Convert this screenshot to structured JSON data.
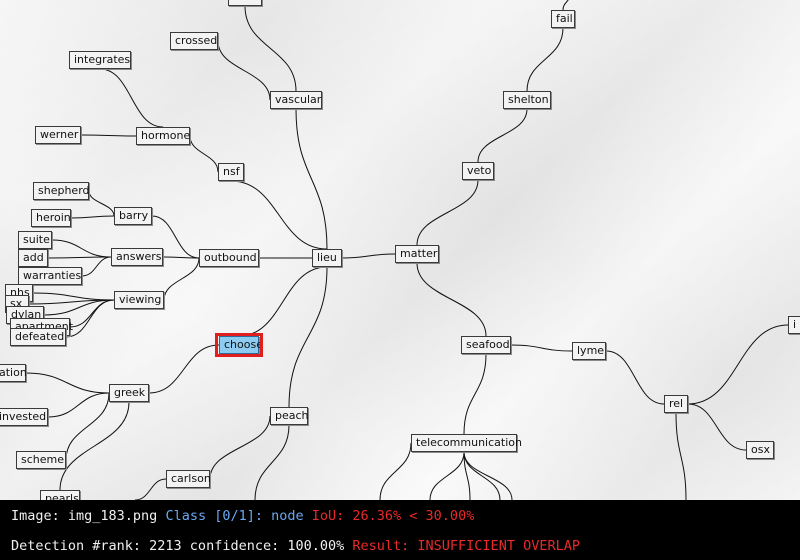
{
  "diagram": {
    "nodes": [
      {
        "id": "top",
        "label": "",
        "kind": "partial"
      },
      {
        "id": "fail",
        "label": "fail"
      },
      {
        "id": "crossed",
        "label": "crossed"
      },
      {
        "id": "integrates",
        "label": "integrates"
      },
      {
        "id": "vascular",
        "label": "vascular"
      },
      {
        "id": "shelton",
        "label": "shelton"
      },
      {
        "id": "werner",
        "label": "werner"
      },
      {
        "id": "hormone",
        "label": "hormone"
      },
      {
        "id": "nsf",
        "label": "nsf"
      },
      {
        "id": "veto",
        "label": "veto"
      },
      {
        "id": "shepherd",
        "label": "shepherd"
      },
      {
        "id": "heroin",
        "label": "heroin"
      },
      {
        "id": "barry",
        "label": "barry"
      },
      {
        "id": "suite",
        "label": "suite"
      },
      {
        "id": "add",
        "label": "add"
      },
      {
        "id": "answers",
        "label": "answers"
      },
      {
        "id": "outbound",
        "label": "outbound"
      },
      {
        "id": "lieu",
        "label": "lieu"
      },
      {
        "id": "matter",
        "label": "matter"
      },
      {
        "id": "warranties",
        "label": "warranties"
      },
      {
        "id": "nhs",
        "label": "nhs"
      },
      {
        "id": "sx",
        "label": "sx"
      },
      {
        "id": "viewing",
        "label": "viewing"
      },
      {
        "id": "dylan",
        "label": "dylan"
      },
      {
        "id": "apartment",
        "label": "apartment"
      },
      {
        "id": "defeated",
        "label": "defeated"
      },
      {
        "id": "choose",
        "label": "choose",
        "selected": true
      },
      {
        "id": "seafood",
        "label": "seafood"
      },
      {
        "id": "lyme",
        "label": "lyme"
      },
      {
        "id": "ation",
        "label": "ation"
      },
      {
        "id": "greek",
        "label": "greek"
      },
      {
        "id": "rel",
        "label": "rel"
      },
      {
        "id": "invested",
        "label": "invested"
      },
      {
        "id": "peach",
        "label": "peach"
      },
      {
        "id": "telecommunication",
        "label": "telecommunication"
      },
      {
        "id": "osx",
        "label": "osx"
      },
      {
        "id": "scheme",
        "label": "scheme"
      },
      {
        "id": "carlson",
        "label": "carlson"
      },
      {
        "id": "pearls",
        "label": "pearls"
      },
      {
        "id": "right_edge",
        "label": "i"
      }
    ],
    "edges": [
      [
        "lieu",
        "vascular"
      ],
      [
        "vascular",
        "crossed"
      ],
      [
        "vascular",
        "top"
      ],
      [
        "lieu",
        "nsf"
      ],
      [
        "nsf",
        "hormone"
      ],
      [
        "hormone",
        "integrates"
      ],
      [
        "hormone",
        "werner"
      ],
      [
        "lieu",
        "outbound"
      ],
      [
        "outbound",
        "barry"
      ],
      [
        "barry",
        "shepherd"
      ],
      [
        "barry",
        "heroin"
      ],
      [
        "outbound",
        "answers"
      ],
      [
        "answers",
        "suite"
      ],
      [
        "answers",
        "add"
      ],
      [
        "answers",
        "warranties"
      ],
      [
        "outbound",
        "viewing"
      ],
      [
        "viewing",
        "nhs"
      ],
      [
        "viewing",
        "sx"
      ],
      [
        "viewing",
        "dylan"
      ],
      [
        "viewing",
        "apartment"
      ],
      [
        "viewing",
        "defeated"
      ],
      [
        "lieu",
        "choose"
      ],
      [
        "choose",
        "greek"
      ],
      [
        "greek",
        "ation"
      ],
      [
        "greek",
        "invested"
      ],
      [
        "greek",
        "scheme"
      ],
      [
        "greek",
        "pearls"
      ],
      [
        "lieu",
        "peach"
      ],
      [
        "peach",
        "carlson"
      ],
      [
        "peach",
        "bottom_a"
      ],
      [
        "carlson",
        "bottom_b"
      ],
      [
        "lieu",
        "matter"
      ],
      [
        "matter",
        "veto"
      ],
      [
        "veto",
        "shelton"
      ],
      [
        "shelton",
        "fail"
      ],
      [
        "fail",
        "top_r"
      ],
      [
        "matter",
        "seafood"
      ],
      [
        "seafood",
        "lyme"
      ],
      [
        "lyme",
        "rel"
      ],
      [
        "rel",
        "right_edge"
      ],
      [
        "rel",
        "osx"
      ],
      [
        "rel",
        "bottom_c"
      ],
      [
        "seafood",
        "telecommunication"
      ],
      [
        "telecommunication",
        "bottom_d"
      ],
      [
        "telecommunication",
        "bottom_e"
      ],
      [
        "telecommunication",
        "bottom_f"
      ],
      [
        "telecommunication",
        "bottom_g"
      ],
      [
        "telecommunication",
        "bottom_h"
      ]
    ]
  },
  "colors": {
    "edge": "#111111",
    "node_bg": "#f3f3f3",
    "selected_bg": "#8ecbf0",
    "highlight": "#e01e1e",
    "hud_bg": "#000000",
    "hud_text": "#f0f0f0",
    "hud_blue": "#6aa8f0",
    "hud_red": "#e82a2a"
  },
  "hud": {
    "image_label": "Image: img_183.png",
    "class_label": "Class [0/1]: node",
    "iou_label": "IoU: 26.36% < 30.00%",
    "rank_label": "Detection #rank: 2213 confidence: 100.00%",
    "result_label": "Result: INSUFFICIENT OVERLAP"
  }
}
